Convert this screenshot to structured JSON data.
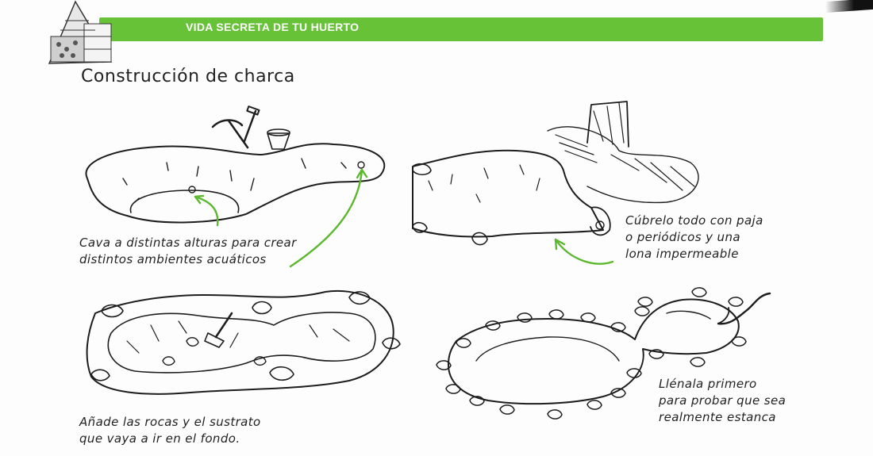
{
  "header": {
    "section_title": "VIDA SECRETA DE TU HUERTO",
    "accent_color": "#67c238",
    "logo_icon": "bug-hotel-icon"
  },
  "page_title": "Construcción de charca",
  "steps": [
    {
      "caption_lines": [
        "Cava a distintas alturas para crear",
        "distintos ambientes acuáticos"
      ],
      "illustration": "digging-pond-illustration"
    },
    {
      "caption_lines": [
        "Cúbrelo todo con paja",
        "o periódicos y una",
        "lona impermeable"
      ],
      "illustration": "cover-liner-illustration"
    },
    {
      "caption_lines": [
        "Añade las rocas y el sustrato",
        "que vaya a ir en el fondo."
      ],
      "illustration": "rocks-substrate-illustration"
    },
    {
      "caption_lines": [
        "Llénala primero",
        "para probar que sea",
        "realmente estanca"
      ],
      "illustration": "fill-pond-illustration"
    }
  ]
}
